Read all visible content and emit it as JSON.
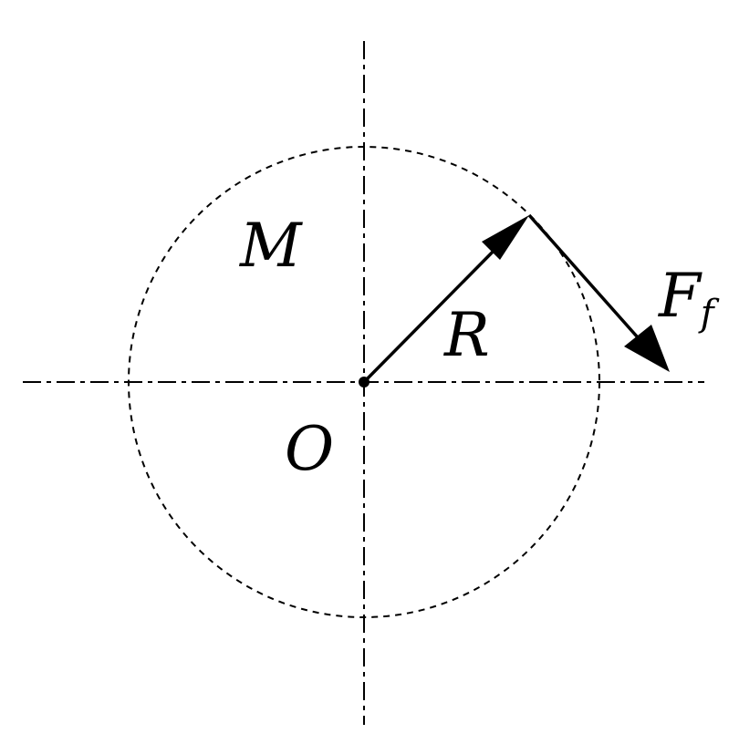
{
  "labels": {
    "mass": "M",
    "radius": "R",
    "origin": "O",
    "force_main": "F",
    "force_sub": "f"
  },
  "colors": {
    "stroke": "#000000",
    "background": "#ffffff"
  }
}
